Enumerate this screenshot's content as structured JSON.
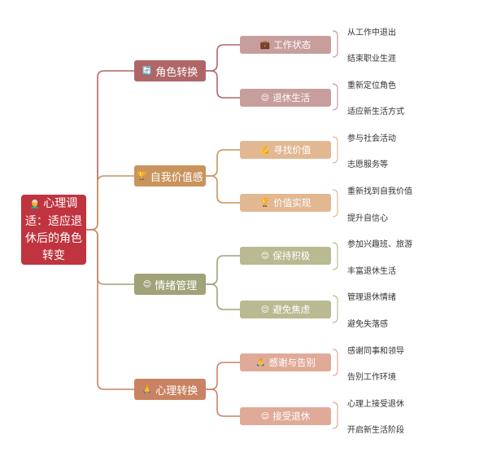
{
  "root": {
    "icon": "👨‍🦳",
    "title": "心理调适：适应退休后的角色转变",
    "color": "#c0343f"
  },
  "branches": [
    {
      "label": "角色转换",
      "icon": "🔄",
      "color": "#b06667",
      "subcolor": "#c79e9c",
      "subs": [
        {
          "label": "工作状态",
          "icon": "💼",
          "leaves": [
            "从工作中退出",
            "结束职业生涯"
          ]
        },
        {
          "label": "退休生活",
          "icon": "😌",
          "leaves": [
            "重新定位角色",
            "适应新生活方式"
          ]
        }
      ]
    },
    {
      "label": "自我价值感",
      "icon": "🏆",
      "color": "#c9935d",
      "subcolor": "#e2b892",
      "subs": [
        {
          "label": "寻找价值",
          "icon": "💪",
          "leaves": [
            "参与社会活动",
            "志愿服务等"
          ]
        },
        {
          "label": "价值实现",
          "icon": "🏆",
          "leaves": [
            "重新找到自我价值",
            "提升自信心"
          ]
        }
      ]
    },
    {
      "label": "情绪管理",
      "icon": "😊",
      "color": "#a0a277",
      "subcolor": "#b9ba91",
      "subs": [
        {
          "label": "保持积极",
          "icon": "😊",
          "leaves": [
            "参加兴趣班、旅游",
            "丰富退休生活"
          ]
        },
        {
          "label": "避免焦虑",
          "icon": "😌",
          "leaves": [
            "管理退休情绪",
            "避免失落感"
          ]
        }
      ]
    },
    {
      "label": "心理转换",
      "icon": "🙏",
      "color": "#c98262",
      "subcolor": "#e0aa98",
      "subs": [
        {
          "label": "感谢与告别",
          "icon": "🙏",
          "leaves": [
            "感谢同事和领导",
            "告别工作环境"
          ]
        },
        {
          "label": "接受退休",
          "icon": "😌",
          "leaves": [
            "心理上接受退休",
            "开启新生活阶段"
          ]
        }
      ]
    }
  ]
}
